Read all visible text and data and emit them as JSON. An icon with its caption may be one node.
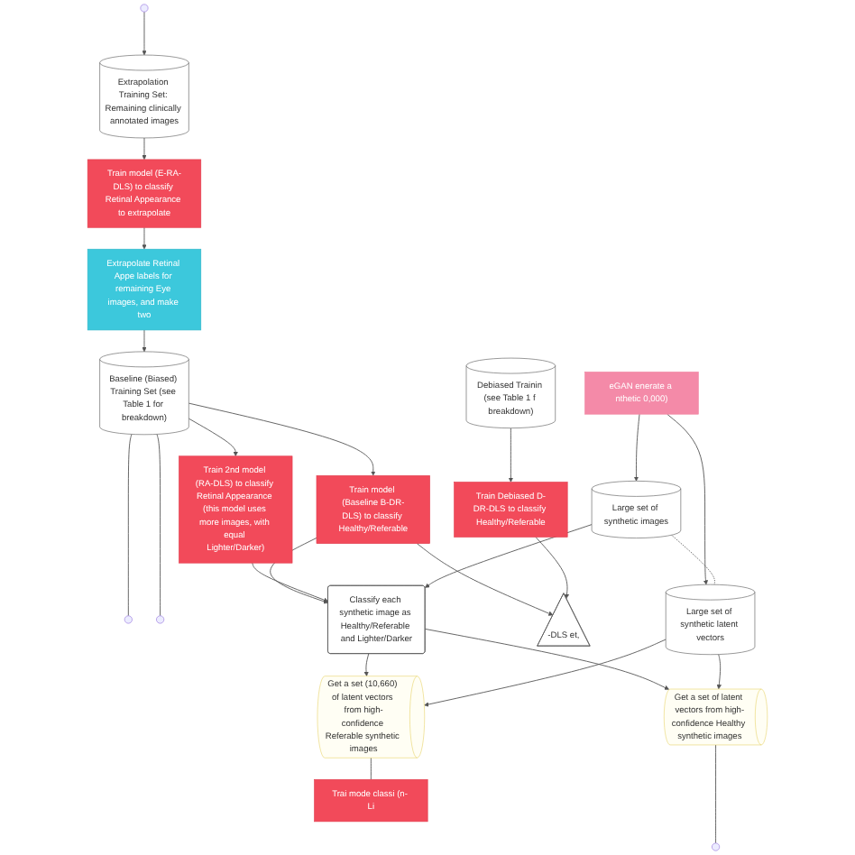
{
  "diagram": {
    "nodes": [
      {
        "text": [
          "Extrapolation Training Set: Remaining clinically annotated images"
        ]
      },
      {
        "text": [
          "Train model (E-RA-DLS) to classify Retinal Appearance to extrapolate"
        ]
      },
      {
        "text": [
          "Extrapolate Retinal Appe labels for remaining Eye images, and make two"
        ]
      },
      {
        "text": [
          "Baseline (Biased) Training Set (see Table 1 for breakdown)"
        ]
      },
      {
        "text": [
          "Train model (Baseline B-DR-DLS) to classify Healthy/Referable"
        ]
      },
      {
        "text": [
          "Train 2nd model (RA-DLS) to classify Retinal Appearance (this model uses more images, with equal Lighter/Darker)"
        ]
      },
      {
        "text": [
          "eGAN enerate a nthetic 0,000)"
        ]
      },
      {
        "text": [
          "Large set of synthetic images"
        ]
      },
      {
        "text": [
          "Large set of synthetic latent vectors"
        ]
      },
      {
        "text": [
          "Classify each synthetic image as Healthy/Referable and Lighter/Darker"
        ]
      },
      {
        "text": [
          "Get a set of latent vectors from high-confidence Healthy synthetic images"
        ]
      },
      {
        "text": [
          "Get a set (10,660) of latent vectors from high-confidence Referable synthetic images"
        ]
      },
      {
        "text": [
          "Trai mode classi (n- Li"
        ]
      },
      {
        "text": [
          "Train Debiased D-DR-DLS to classify Healthy/Referable"
        ]
      },
      {
        "text": [
          "Debiased Trainin (see Table 1 f breakdown)"
        ]
      },
      {
        "text": [
          "-DLS et,"
        ]
      }
    ],
    "edges": [
      {
        "from": null,
        "to": 0,
        "arrow": "to"
      },
      {
        "from": 0,
        "to": 1,
        "arrow": "to"
      },
      {
        "from": 1,
        "to": 2,
        "arrow": "to"
      },
      {
        "from": 2,
        "to": 3,
        "arrow": "to"
      },
      {
        "from": 3,
        "to": null,
        "arrow": "none"
      },
      {
        "from": 3,
        "to": 4,
        "arrow": "to"
      },
      {
        "from": 3,
        "to": 5,
        "arrow": "to"
      },
      {
        "from": 3,
        "to": null,
        "arrow": "none"
      },
      {
        "from": 4,
        "to": 9,
        "arrow": "to"
      },
      {
        "from": 5,
        "to": 9,
        "arrow": "to"
      },
      {
        "from": 4,
        "to": 15,
        "arrow": "to"
      },
      {
        "from": 6,
        "to": 7,
        "arrow": "to"
      },
      {
        "from": 6,
        "to": 8,
        "arrow": "to"
      },
      {
        "from": 7,
        "to": 8,
        "arrow": "none",
        "style": "dashed"
      },
      {
        "from": 7,
        "to": 9,
        "arrow": "to"
      },
      {
        "from": 9,
        "to": 10,
        "arrow": "to"
      },
      {
        "from": 9,
        "to": 11,
        "arrow": "to"
      },
      {
        "from": 8,
        "to": 10,
        "arrow": "to"
      },
      {
        "from": 8,
        "to": 11,
        "arrow": "to"
      },
      {
        "from": 10,
        "to": null,
        "arrow": "none"
      },
      {
        "from": 11,
        "to": 12,
        "arrow": "none"
      },
      {
        "from": 14,
        "to": 13,
        "arrow": "to"
      },
      {
        "from": 13,
        "to": 15,
        "arrow": "to"
      }
    ]
  }
}
